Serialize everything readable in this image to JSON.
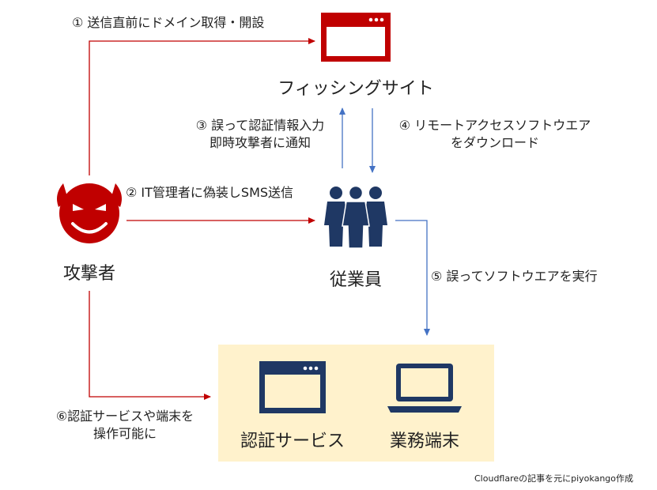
{
  "steps": {
    "s1": "① 送信直前にドメイン取得・開設",
    "s2": "② IT管理者に偽装しSMS送信",
    "s3_line1": "③ 誤って認証情報入力",
    "s3_line2": "即時攻撃者に通知",
    "s4_line1": "④ リモートアクセスソフトウエア",
    "s4_line2": "をダウンロード",
    "s5": "⑤ 誤ってソフトウエアを実行",
    "s6_line1": "⑥認証サービスや端末を",
    "s6_line2": "操作可能に"
  },
  "nodes": {
    "phishing_site": "フィッシングサイト",
    "attacker": "攻撃者",
    "employees": "従業員",
    "auth_service": "認証サービス",
    "endpoint": "業務端末"
  },
  "credit": "Cloudflareの記事を元にpiyokango作成",
  "colors": {
    "red": "#c00000",
    "blue": "#4472c4",
    "navy": "#1f3864",
    "box_fill": "#fff2cc"
  }
}
